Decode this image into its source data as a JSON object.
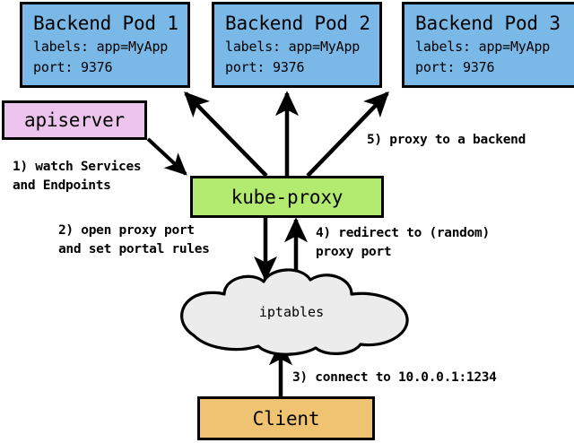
{
  "diagram": {
    "title": "kube-proxy service proxying flow",
    "background": "#ffffff",
    "stroke": "#000000"
  },
  "colors": {
    "pod_fill": "#7ab8e8",
    "apiserver_fill": "#edc4ee",
    "kubeproxy_fill": "#b3ea70",
    "client_fill": "#f0c372",
    "cloud_fill": "#ececec",
    "outline": "#000000"
  },
  "pods": [
    {
      "title": "Backend Pod 1",
      "labels_line": "labels: app=MyApp",
      "port_line": "port: 9376"
    },
    {
      "title": "Backend Pod 2",
      "labels_line": "labels: app=MyApp",
      "port_line": "port: 9376"
    },
    {
      "title": "Backend Pod 3",
      "labels_line": "labels: app=MyApp",
      "port_line": "port: 9376"
    }
  ],
  "nodes": {
    "apiserver": "apiserver",
    "kubeproxy": "kube-proxy",
    "iptables": "iptables",
    "client": "Client"
  },
  "annotations": {
    "step1_line1": "1) watch Services",
    "step1_line2": "and Endpoints",
    "step2_line1": "2) open proxy port",
    "step2_line2": "and set portal rules",
    "step3": "3) connect to 10.0.0.1:1234",
    "step4_line1": "4) redirect to (random)",
    "step4_line2": "proxy port",
    "step5": "5) proxy to a backend"
  }
}
